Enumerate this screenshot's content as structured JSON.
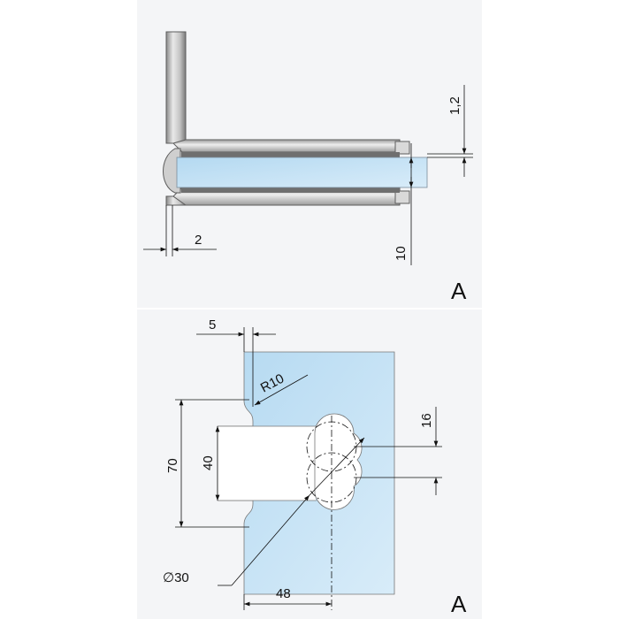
{
  "top_view": {
    "dim_gap": "2",
    "dim_glass": "10",
    "dim_clearance": "1,2",
    "view_label": "A"
  },
  "bottom_view": {
    "dim_edge": "5",
    "dim_radius": "R10",
    "dim_height_70": "70",
    "dim_height_40": "40",
    "dim_hole_16": "16",
    "dim_diameter": "∅30",
    "dim_width_48": "48",
    "view_label": "A"
  },
  "colors": {
    "glass": "#bfe0f4",
    "metal_light": "#e6e6e6",
    "metal_mid": "#b8b8b8",
    "metal_dark": "#6d6d6d",
    "panel_bg": "#f3f4f6"
  }
}
